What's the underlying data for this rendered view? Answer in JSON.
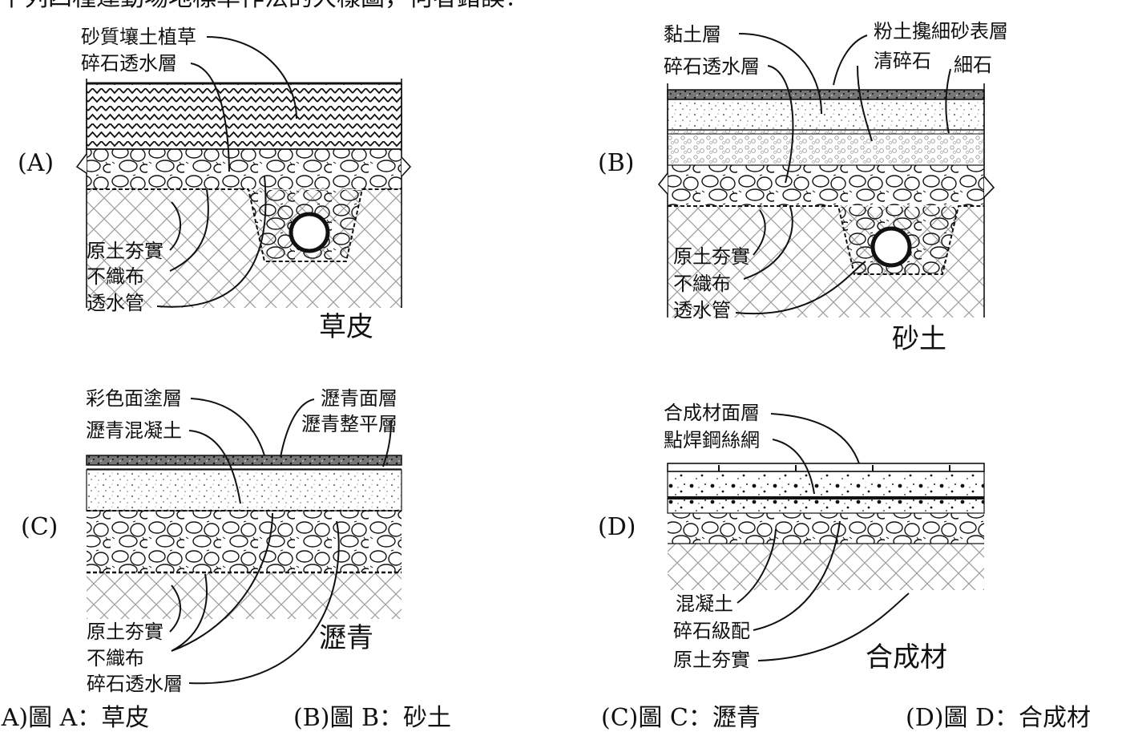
{
  "header_text": "下列四種運動場地標準作法的大樣圖，何者錯誤？",
  "colors": {
    "ink": "#111111",
    "hatch": "#888888",
    "paper": "#ffffff"
  },
  "panels": {
    "a": {
      "letter": "(A)",
      "title": "草皮",
      "labels": [
        "砂質壤土植草",
        "碎石透水層",
        "原土夯實",
        "不織布",
        "透水管"
      ]
    },
    "b": {
      "letter": "(B)",
      "title": "砂土",
      "labels": [
        "黏土層",
        "碎石透水層",
        "粉土攙細砂表層",
        "清碎石",
        "細石",
        "原土夯實",
        "不織布",
        "透水管"
      ]
    },
    "c": {
      "letter": "(C)",
      "title": "瀝青",
      "labels": [
        "彩色面塗層",
        "瀝青混凝土",
        "瀝青面層",
        "瀝青整平層",
        "原土夯實",
        "不織布",
        "碎石透水層"
      ]
    },
    "d": {
      "letter": "(D)",
      "title": "合成材",
      "labels": [
        "合成材面層",
        "點焊鋼絲網",
        "混凝土",
        "碎石級配",
        "原土夯實"
      ]
    }
  },
  "options": [
    "(A)圖 A：草皮",
    "(B)圖 B：砂土",
    "(C)圖 C：瀝青",
    "(D)圖 D：合成材"
  ]
}
